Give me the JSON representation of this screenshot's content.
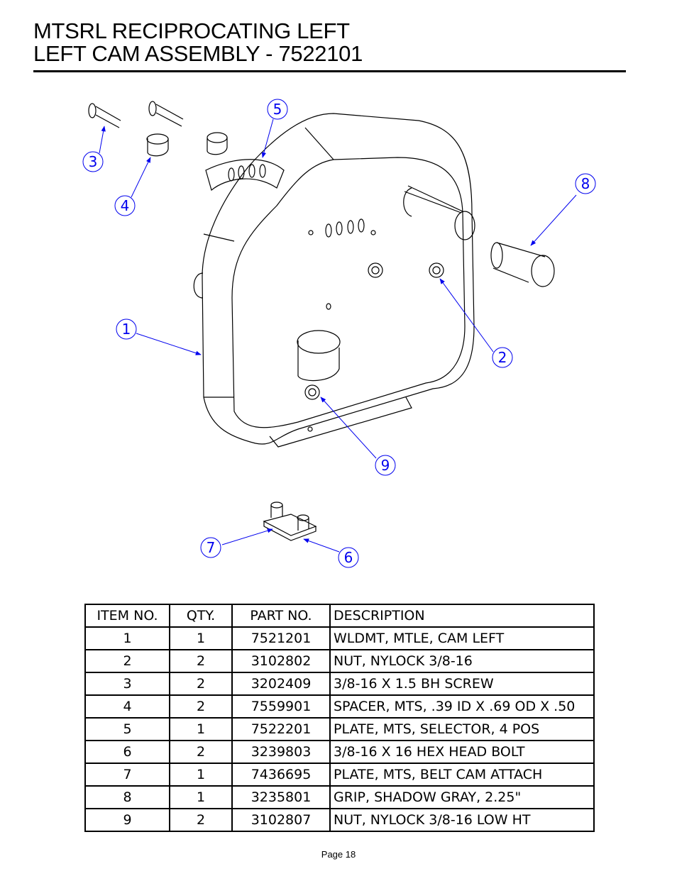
{
  "header": {
    "title_line1": "MTSRL RECIPROCATING LEFT",
    "title_line2": "LEFT CAM ASSEMBLY - 7522101"
  },
  "callouts": [
    "1",
    "2",
    "3",
    "4",
    "5",
    "6",
    "7",
    "8",
    "9"
  ],
  "colors": {
    "callout": "#0000ee",
    "line": "#000000"
  },
  "bom": {
    "headers": [
      "ITEM NO.",
      "QTY.",
      "PART NO.",
      "DESCRIPTION"
    ],
    "rows": [
      [
        "1",
        "1",
        "7521201",
        "WLDMT, MTLE, CAM LEFT"
      ],
      [
        "2",
        "2",
        "3102802",
        "NUT, NYLOCK 3/8-16"
      ],
      [
        "3",
        "2",
        "3202409",
        "3/8-16 X 1.5 BH SCREW"
      ],
      [
        "4",
        "2",
        "7559901",
        "SPACER, MTS, .39 ID X .69 OD X .50"
      ],
      [
        "5",
        "1",
        "7522201",
        "PLATE, MTS, SELECTOR, 4 POS"
      ],
      [
        "6",
        "2",
        "3239803",
        "3/8-16 X 16 HEX HEAD BOLT"
      ],
      [
        "7",
        "1",
        "7436695",
        "PLATE, MTS, BELT CAM ATTACH"
      ],
      [
        "8",
        "1",
        "3235801",
        "GRIP, SHADOW GRAY, 2.25\""
      ],
      [
        "9",
        "2",
        "3102807",
        "NUT, NYLOCK 3/8-16 LOW HT"
      ]
    ]
  },
  "footer": {
    "page": "Page 18"
  }
}
